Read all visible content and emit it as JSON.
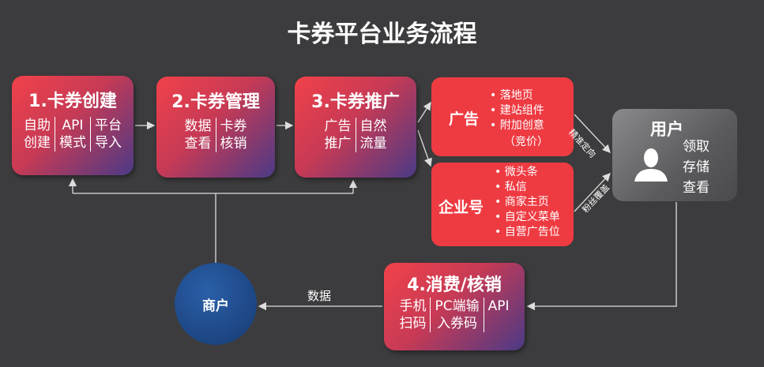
{
  "title": "卡券平台业务流程",
  "step1": {
    "title": "1.卡券创建",
    "cols": [
      [
        "自助",
        "创建"
      ],
      [
        "API",
        "模式"
      ],
      [
        "平台",
        "导入"
      ]
    ]
  },
  "step2": {
    "title": "2.卡券管理",
    "cols": [
      [
        "数据",
        "查看"
      ],
      [
        "卡券",
        "核销"
      ]
    ]
  },
  "step3": {
    "title": "3.卡券推广",
    "cols": [
      [
        "广告",
        "推广"
      ],
      [
        "自然",
        "流量"
      ]
    ]
  },
  "ad": {
    "title": "广告",
    "items": [
      "落地页",
      "建站组件",
      "附加创意"
    ],
    "note": "（竞价）"
  },
  "enterprise": {
    "title": "企业号",
    "items": [
      "微头条",
      "私信",
      "商家主页",
      "自定义菜单",
      "自营广告位"
    ]
  },
  "edge_ad": "精准定向",
  "edge_ent": "粉丝覆盖",
  "user": {
    "title": "用户",
    "actions": [
      "领取",
      "存储",
      "查看"
    ],
    "icon": "person-icon"
  },
  "step4": {
    "title": "4.消费/核销",
    "cols": [
      [
        "手机",
        "扫码"
      ],
      [
        "PC端输",
        "入券码"
      ],
      [
        "API",
        ""
      ]
    ]
  },
  "edge_data": "数据",
  "merchant": "商户"
}
